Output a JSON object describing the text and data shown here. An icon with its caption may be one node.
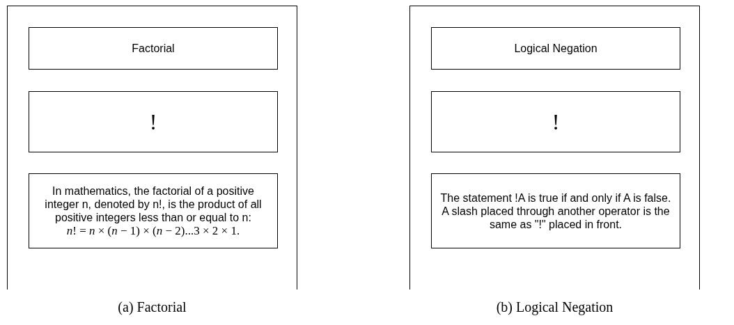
{
  "diagram": {
    "nodes": [
      {
        "text": [],
        "shape": "box",
        "beside": [
          "(a) Factorial"
        ]
      },
      {
        "text": [
          "Factorial"
        ],
        "in": 0
      },
      {
        "text": [
          "!"
        ],
        "in": 0
      },
      {
        "text": [
          "In mathematics, the factorial of a positive integer n, denoted by n!, is the product of all positive integers less than or equal to n:",
          "*n*! = *n* × (*n* − 1) × (*n* − 2)...3 × 2 × 1."
        ],
        "in": 0
      },
      {
        "text": [],
        "shape": "box",
        "beside": [
          "(b) Logical Negation"
        ]
      },
      {
        "text": [
          "Logical Negation"
        ],
        "in": 4
      },
      {
        "text": [
          "!"
        ],
        "in": 4
      },
      {
        "text": [
          "The statement !A is true if and only if A is false. A slash placed through another operator is the same as \"!\" placed in front."
        ],
        "in": 4
      }
    ],
    "edges": []
  }
}
